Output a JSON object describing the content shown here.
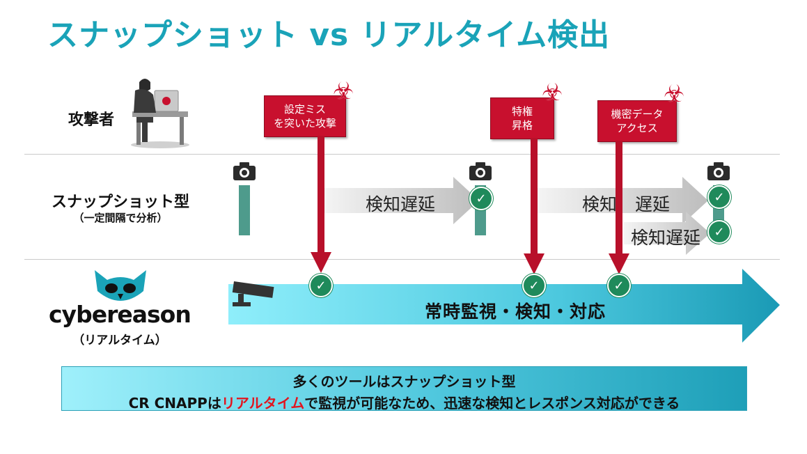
{
  "title": "スナップショット vs リアルタイム検出",
  "rows": {
    "attacker": {
      "label": "攻撃者"
    },
    "snapshot": {
      "label": "スナップショット型",
      "sublabel": "（一定間隔で分析）"
    },
    "realtime": {
      "logo_text": "cybereason",
      "sublabel": "（リアルタイム）"
    }
  },
  "attacks": [
    {
      "line1": "設定ミス",
      "line2": "を突いた攻撃"
    },
    {
      "line1": "特権",
      "line2": "昇格"
    },
    {
      "line1": "機密データ",
      "line2": "アクセス"
    }
  ],
  "delays": {
    "first": "検知遅延",
    "second_a": "検知",
    "second_b": "遅延",
    "third": "検知遅延"
  },
  "realtime_arrow_label": "常時監視・検知・対応",
  "summary": {
    "line1": "多くのツールはスナップショット型",
    "line2_prefix": "CR CNAPPは",
    "line2_highlight": "リアルタイム",
    "line2_suffix": "で監視が可能なため、迅速な検知とレスポンス対応ができる"
  },
  "icons": {
    "biohazard": "biohazard-icon",
    "camera": "camera-icon",
    "check": "check-icon",
    "cctv": "security-camera-icon",
    "owl": "cybereason-owl-logo",
    "hacker": "hacker-at-desk-icon"
  },
  "colors": {
    "title": "#1aa3b8",
    "attack": "#c8102e",
    "snapshot_bar": "#4e9b8c",
    "check": "#1f8a5b",
    "realtime_arrow_start": "#8feefb",
    "realtime_arrow_end": "#1a9ab5",
    "highlight": "#e2141e"
  }
}
